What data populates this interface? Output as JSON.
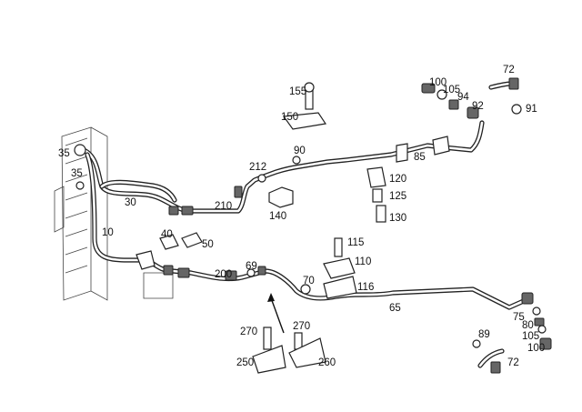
{
  "diagram": {
    "callouts": [
      "155",
      "150",
      "100",
      "105",
      "94",
      "92",
      "72",
      "91",
      "90",
      "85",
      "212",
      "120",
      "125",
      "130",
      "210",
      "140",
      "35",
      "35",
      "30",
      "10",
      "40",
      "50",
      "115",
      "110",
      "200",
      "69",
      "70",
      "116",
      "65",
      "270",
      "270",
      "250",
      "260",
      "89",
      "75",
      "80",
      "105",
      "100",
      "72"
    ]
  }
}
